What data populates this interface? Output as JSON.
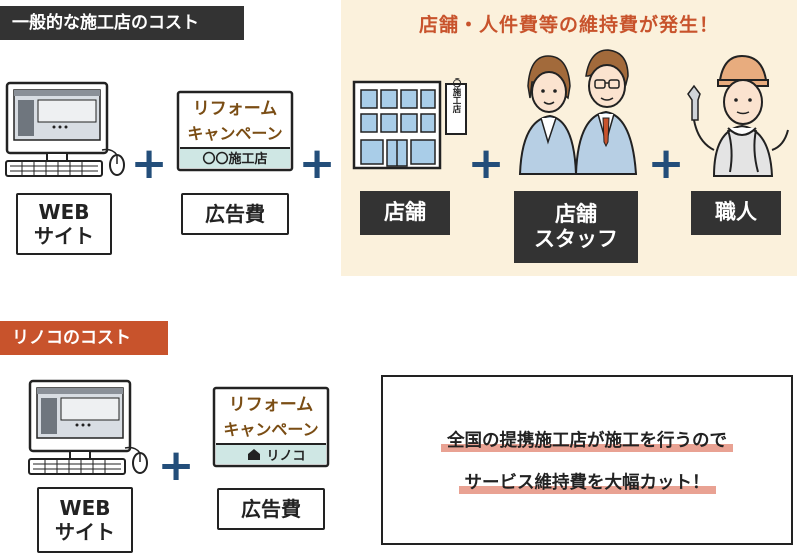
{
  "general": {
    "tag": "一般的な施工店のコスト",
    "panel_title": "店舗・人件費等の維持費が発生！",
    "boxes": {
      "web": "WEB\nサイト",
      "ad": "広告費",
      "store": "店舗",
      "staff": "店舗\nスタッフ",
      "craftsman": "職人"
    },
    "ad_card": {
      "line1": "リフォーム",
      "line2": "キャンペーン",
      "footer": "〇〇施工店"
    },
    "store_sign": "〇〇施工店"
  },
  "rinoko": {
    "tag": "リノコのコスト",
    "boxes": {
      "web": "WEB\nサイト",
      "ad": "広告費"
    },
    "ad_card": {
      "line1": "リフォーム",
      "line2": "キャンペーン",
      "footer": "リノコ"
    },
    "message": {
      "line1": "全国の提携施工店が施工を行うので",
      "line2": "サービス維持費を大幅カット！"
    }
  },
  "plus_symbol": "+",
  "colors": {
    "dark": "#333333",
    "accent_orange": "#c8532c",
    "plus_blue": "#234e7a",
    "panel_bg": "#fbf1dc",
    "highlight": "#e9a293"
  }
}
